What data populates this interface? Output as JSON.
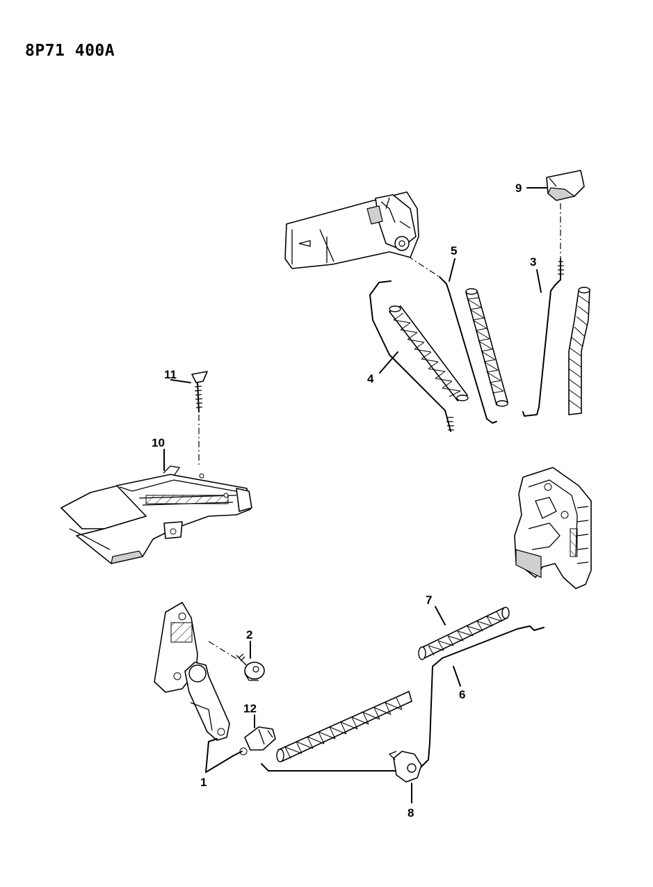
{
  "diagram_code": "8P71 400A",
  "callouts": {
    "c1": "1",
    "c2": "2",
    "c3": "3",
    "c4": "4",
    "c5": "5",
    "c6": "6",
    "c7": "7",
    "c8": "8",
    "c9": "9",
    "c10": "10",
    "c11": "11",
    "c12": "12"
  }
}
